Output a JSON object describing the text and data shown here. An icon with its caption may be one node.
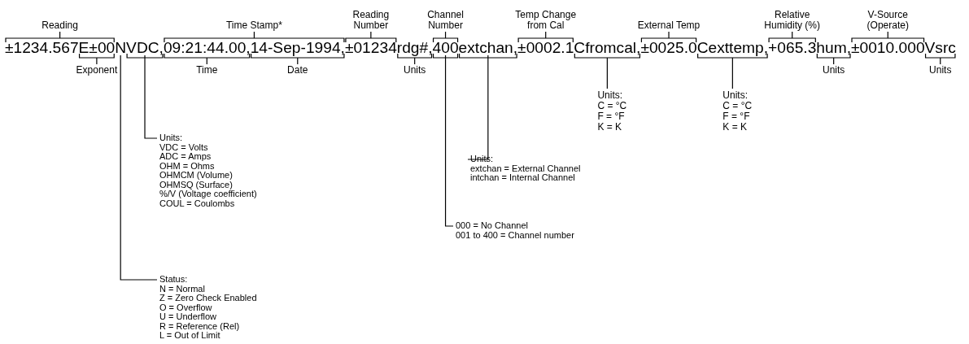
{
  "diagram": {
    "nodes": [
      {
        "text": [
          "±1234.567"
        ]
      },
      {
        "text": [
          "E±00"
        ]
      },
      {
        "text": [
          "N"
        ]
      },
      {
        "text": [
          "VDC,"
        ]
      },
      {
        "text": [
          "09:21:44.00,"
        ]
      },
      {
        "text": [
          "14-Sep-1994,"
        ]
      },
      {
        "text": [
          "±01234"
        ]
      },
      {
        "text": [
          "rdg#,"
        ]
      },
      {
        "text": [
          "400"
        ]
      },
      {
        "text": [
          "extchan,"
        ]
      },
      {
        "text": [
          "±0002.1"
        ]
      },
      {
        "text": [
          "Cfromcal,"
        ]
      },
      {
        "text": [
          "±0025.0"
        ]
      },
      {
        "text": [
          "Cexttemp,"
        ]
      },
      {
        "text": [
          "+065.3"
        ]
      },
      {
        "text": [
          "hum,"
        ]
      },
      {
        "text": [
          "±0010.000"
        ]
      },
      {
        "text": [
          "Vsrc"
        ]
      },
      {
        "text": [
          "Units:",
          "VDC = Volts",
          "ADC = Amps",
          "OHM = Ohms",
          "OHMCM (Volume)",
          "OHMSQ (Surface)",
          "%/V (Voltage coefficient)",
          "COUL = Coulombs"
        ]
      },
      {
        "text": [
          "Status:",
          "N = Normal",
          "Z = Zero Check Enabled",
          "O = Overflow",
          "U = Underflow",
          "R = Reference (Rel)",
          "L = Out of Limit"
        ]
      },
      {
        "text": [
          "Units:",
          "extchan = External Channel",
          "intchan = Internal Channel"
        ]
      },
      {
        "text": [
          "000 = No Channel",
          "001 to 400 = Channel number"
        ]
      }
    ],
    "edges": [
      {
        "from": 18,
        "to": 3,
        "arrow": "none"
      },
      {
        "from": 19,
        "to": 2,
        "arrow": "none"
      },
      {
        "from": 20,
        "to": 9,
        "arrow": "none"
      },
      {
        "from": 21,
        "to": 8,
        "arrow": "none"
      }
    ],
    "labels": [
      "Reading",
      "Time Stamp*",
      "Reading Number",
      "Channel Number",
      "Temp Change from Cal",
      "External Temp",
      "Relative Humidity (%)",
      "V-Source (Operate)",
      "Exponent",
      "Time",
      "Date",
      "Units",
      "Units",
      "Units",
      "Units:",
      "C = °C",
      "F = °F",
      "K = K",
      "Units:",
      "C = °C",
      "F = °F",
      "K = K"
    ]
  }
}
